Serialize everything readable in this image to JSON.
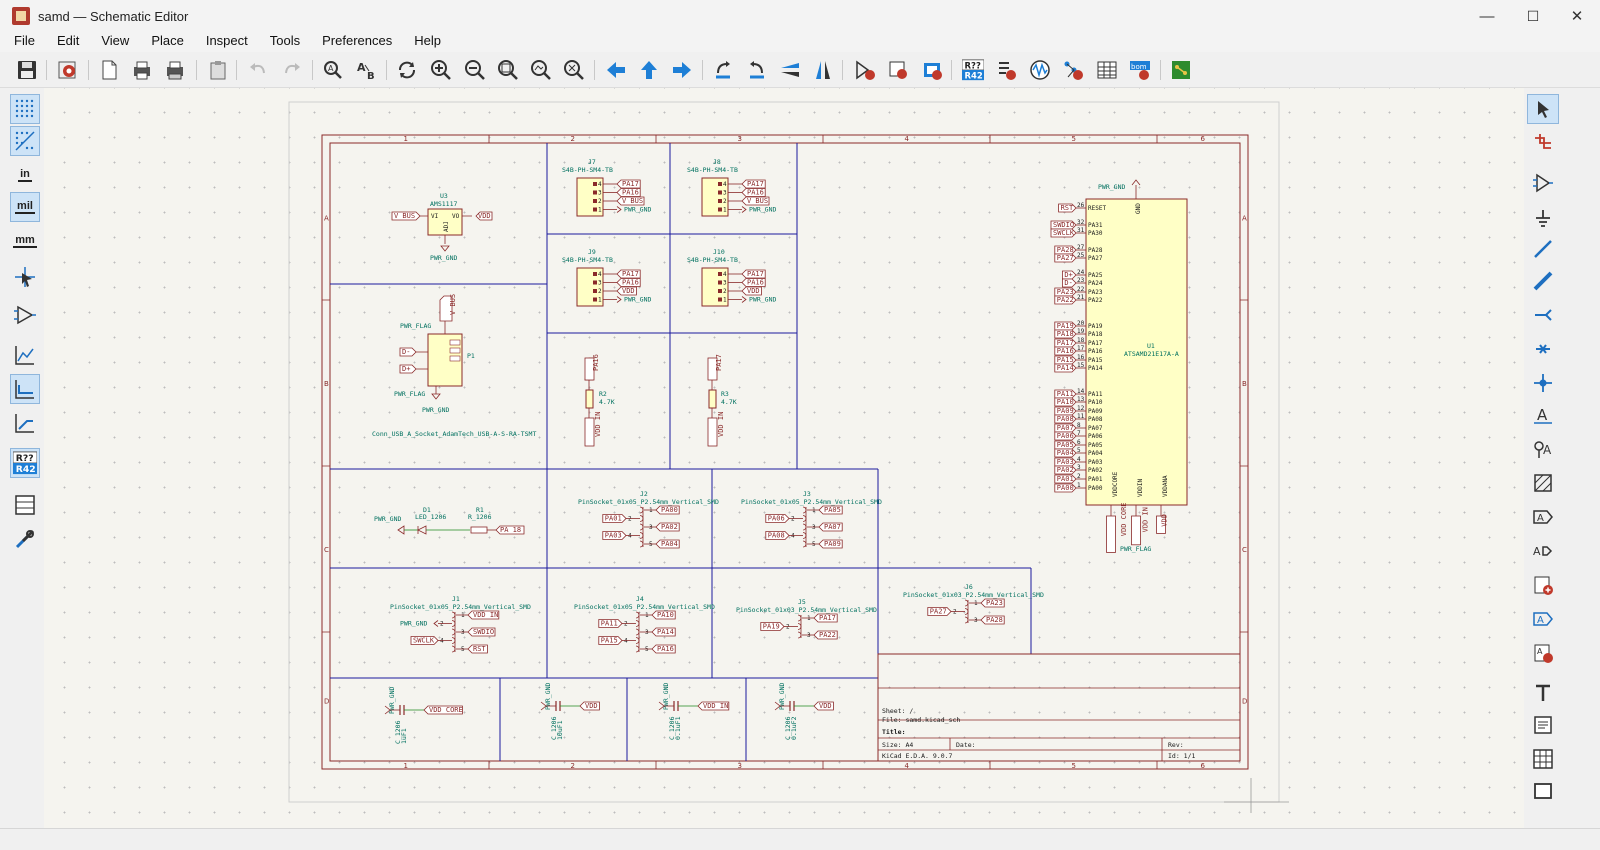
{
  "window": {
    "title": "samd — Schematic Editor",
    "minimize": "—",
    "maximize": "☐",
    "close": "✕"
  },
  "menu": [
    "File",
    "Edit",
    "View",
    "Place",
    "Inspect",
    "Tools",
    "Preferences",
    "Help"
  ],
  "left_toolbar": {
    "in": "in",
    "mil": "mil",
    "mm": "mm",
    "annotate_top": "R??",
    "annotate_bottom": "R42"
  },
  "toolbar": {
    "annotate_top": "R??",
    "annotate_bottom": "R42",
    "bom": "bom"
  },
  "colors": {
    "border": "#8a2a2a",
    "component_fill": "#ffffc6",
    "component_outline": "#8a2a2a",
    "wire": "#1f8a1f",
    "text": "#00705f",
    "sheet_line": "#1a1a9c",
    "label": "#8a2a2a",
    "accent": "#1f8fe0"
  },
  "frame": {
    "cols": [
      "1",
      "2",
      "3",
      "4",
      "5",
      "6"
    ],
    "rows": [
      "A",
      "B",
      "C",
      "D"
    ]
  },
  "title_block": {
    "sheet": "Sheet: /",
    "file": "File: samd.kicad_sch",
    "title": "Title:",
    "size": "Size: A4",
    "date": "Date:",
    "rev": "Rev:",
    "kicad": "KiCad E.D.A. 9.0.7",
    "id": "Id: 1/1"
  },
  "parts": {
    "u3": {
      "ref": "U3",
      "value": "AMS1117",
      "vi": "VI",
      "vo": "VO",
      "adj": "ADJ",
      "in_label": "V BUS",
      "out_label": "VDD",
      "gnd": "PWR_GND"
    },
    "p1": {
      "ref": "P1",
      "flag_top": "PWR_FLAG",
      "flag_bottom": "PWR_FLAG",
      "gnd": "PWR_GND",
      "vbus": "V BUS",
      "dm": "D-",
      "dp": "D+",
      "footprint": "Conn_USB_A_Socket_AdamTech_USB-A-S-RA-TSMT"
    },
    "j7": {
      "ref": "J7",
      "value": "S4B-PH-SM4-TB",
      "pins": [
        "PA17",
        "PA16",
        "V BUS",
        "PWR_GND"
      ]
    },
    "j8": {
      "ref": "J8",
      "value": "S4B-PH-SM4-TB",
      "pins": [
        "PA17",
        "PA16",
        "V BUS",
        "PWR_GND"
      ]
    },
    "j9": {
      "ref": "J9",
      "value": "S4B-PH-SM4-TB",
      "pins": [
        "PA17",
        "PA16",
        "VDD",
        "PWR_GND"
      ]
    },
    "j10": {
      "ref": "J10",
      "value": "S4B-PH-SM4-TB",
      "pins": [
        "PA17",
        "PA16",
        "VDD",
        "PWR_GND"
      ]
    },
    "r2": {
      "ref": "R2",
      "value": "4.7K",
      "top": "PA16",
      "bottom": "VDD IN"
    },
    "r3": {
      "ref": "R3",
      "value": "4.7K",
      "top": "PA17",
      "bottom": "VDD IN"
    },
    "d1": {
      "ref": "D1",
      "value": "LED_1206",
      "gnd": "PWR_GND"
    },
    "r1": {
      "ref": "R1",
      "value": "R_1206",
      "label": "PA 18"
    },
    "j2": {
      "ref": "J2",
      "value": "PinSocket_01x05_P2.54mm_Vertical_SMD",
      "left": [
        "PA01",
        "PA03"
      ],
      "right": [
        "PA00",
        "PA02",
        "PA04"
      ]
    },
    "j3": {
      "ref": "J3",
      "value": "PinSocket_01x05_P2.54mm_Vertical_SMD",
      "left": [
        "PA06",
        "PA08"
      ],
      "right": [
        "PA05",
        "PA07",
        "PA09"
      ]
    },
    "j1": {
      "ref": "J1",
      "value": "PinSocket_01x05_P2.54mm_Vertical_SMD",
      "left": [
        "PWR_GND",
        "SWCLK"
      ],
      "right": [
        "VDD IN",
        "SWDIO",
        "RST"
      ]
    },
    "j4": {
      "ref": "J4",
      "value": "PinSocket_01x05_P2.54mm_Vertical_SMD",
      "left": [
        "PA11",
        "PA15"
      ],
      "right": [
        "PA10",
        "PA14",
        "PA16"
      ]
    },
    "j5": {
      "ref": "J5",
      "value": "PinSocket_01x03_P2.54mm_Vertical_SMD",
      "left": [
        "PA19"
      ],
      "right": [
        "PA17",
        "PA22"
      ]
    },
    "j6": {
      "ref": "J6",
      "value": "PinSocket_01x03_P2.54mm_Vertical_SMD",
      "left": [
        "PA27"
      ],
      "right": [
        "PA23",
        "PA28"
      ]
    },
    "u1": {
      "ref": "U1",
      "value": "ATSAMD21E17A-A",
      "gnd_top": "PWR_GND",
      "gnd_pin": "GND",
      "flag": "PWR_FLAG",
      "pins": [
        [
          "RST",
          "RESET",
          "26"
        ],
        [
          "SWDIO",
          "PA31",
          "32"
        ],
        [
          "SWCLK",
          "PA30",
          "31"
        ],
        [
          "PA28",
          "PA28",
          "27"
        ],
        [
          "PA27",
          "PA27",
          "25"
        ],
        [
          "D+",
          "PA25",
          "24"
        ],
        [
          "D-",
          "PA24",
          "23"
        ],
        [
          "PA23",
          "PA23",
          "22"
        ],
        [
          "PA22",
          "PA22",
          "21"
        ],
        [
          "PA19",
          "PA19",
          "20"
        ],
        [
          "PA18",
          "PA18",
          "19"
        ],
        [
          "PA17",
          "PA17",
          "18"
        ],
        [
          "PA16",
          "PA16",
          "17"
        ],
        [
          "PA15",
          "PA15",
          "16"
        ],
        [
          "PA14",
          "PA14",
          "15"
        ],
        [
          "PA11",
          "PA11",
          "14"
        ],
        [
          "PA10",
          "PA10",
          "13"
        ],
        [
          "PA09",
          "PA09",
          "12"
        ],
        [
          "PA08",
          "PA08",
          "11"
        ],
        [
          "PA07",
          "PA07",
          "8"
        ],
        [
          "PA06",
          "PA06",
          "7"
        ],
        [
          "PA05",
          "PA05",
          "6"
        ],
        [
          "PA04",
          "PA04",
          "5"
        ],
        [
          "PA03",
          "PA03",
          "4"
        ],
        [
          "PA02",
          "PA02",
          "3"
        ],
        [
          "PA01",
          "PA01",
          "2"
        ],
        [
          "PA00",
          "PA00",
          "1"
        ]
      ],
      "bottom_pins": [
        [
          "VDDCORE",
          "VDD CORE"
        ],
        [
          "VDDIN",
          "VDD IN"
        ],
        [
          "VDDANA",
          "VDD"
        ]
      ]
    },
    "c1": {
      "gnd": "PWR_GND",
      "label": "VDD CORE",
      "ref": "C_1206",
      "value": "1uF1"
    },
    "c2": {
      "gnd": "PWR_GND",
      "label": "VDD",
      "ref": "C_1206",
      "value": "10uF1"
    },
    "c3": {
      "gnd": "PWR_GND",
      "label": "VDD IN",
      "ref": "C_1206",
      "value": "0.1uF1"
    },
    "c4": {
      "gnd": "PWR_GND",
      "label": "VDD",
      "ref": "C_1206",
      "value": "0.1uF2"
    }
  }
}
